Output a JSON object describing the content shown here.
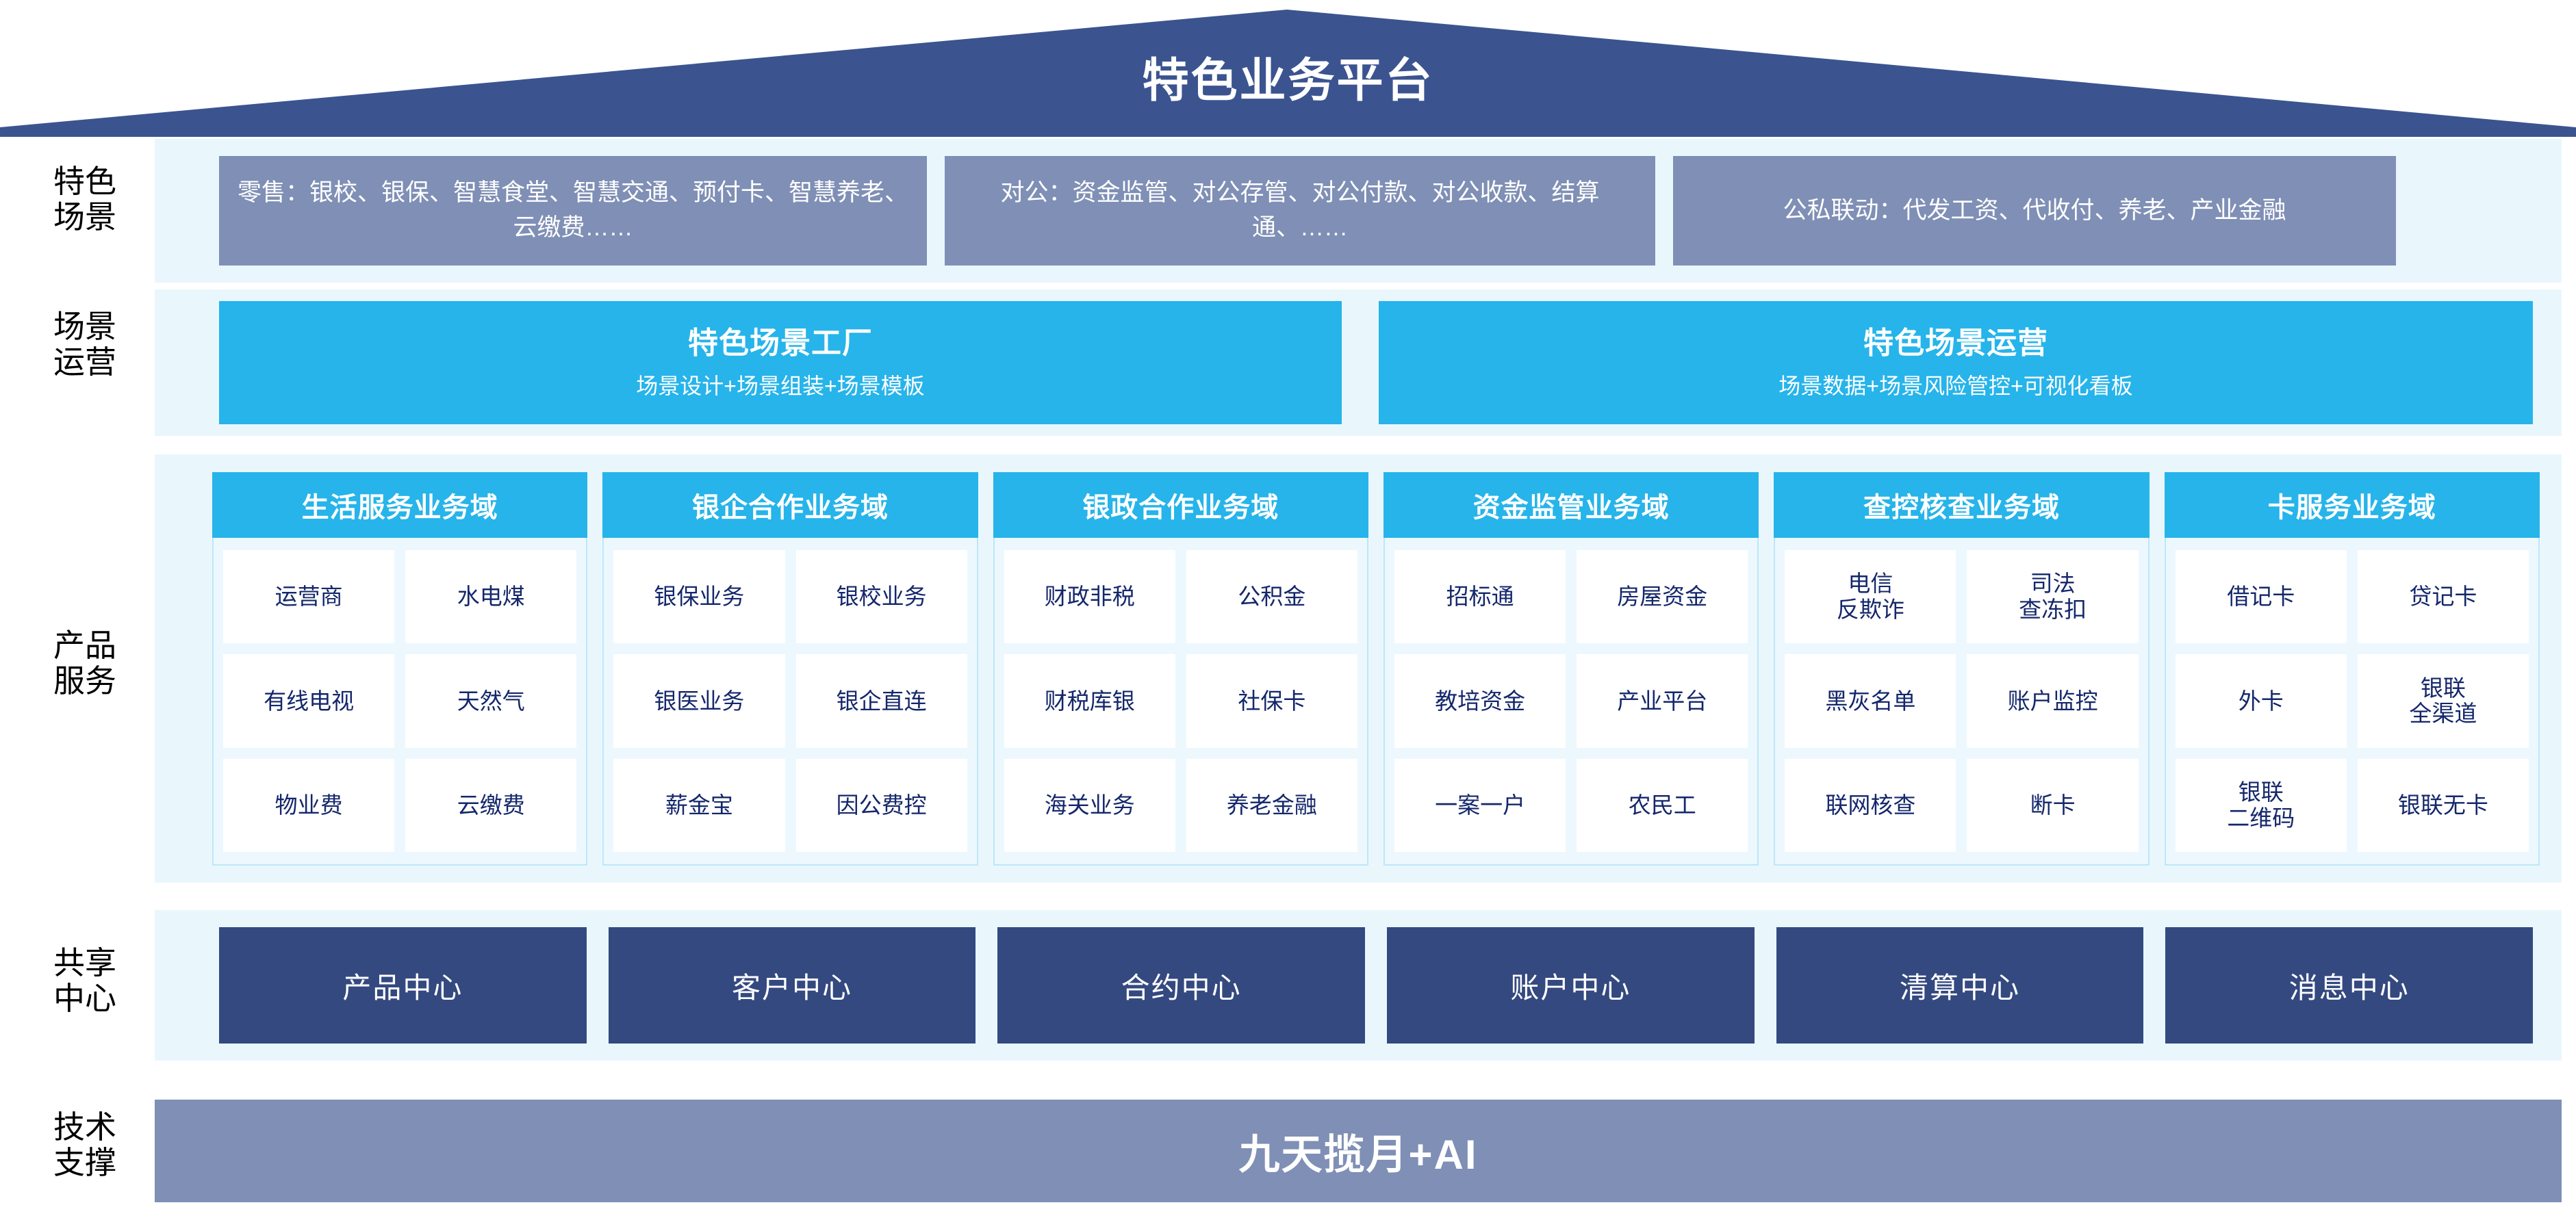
{
  "colors": {
    "roof": "#3b5490",
    "band": "#e9f7fd",
    "scene_box": "#7f8fb5",
    "cyan": "#26b4ea",
    "navy_text": "#14276b",
    "center_box": "#34497f",
    "tech_bar": "#7f8fb5"
  },
  "header": {
    "title": "特色业务平台"
  },
  "side_labels": [
    {
      "line1": "特色",
      "line2": "场景"
    },
    {
      "line1": "场景",
      "line2": "运营"
    },
    {
      "line1": "产品",
      "line2": "服务"
    },
    {
      "line1": "共享",
      "line2": "中心"
    },
    {
      "line1": "技术",
      "line2": "支撑"
    }
  ],
  "scenes": [
    {
      "key": "retail",
      "text": "零售：银校、银保、智慧食堂、智慧交通、预付卡、智慧养老、云缴费……"
    },
    {
      "key": "corp",
      "text": "对公：资金监管、对公存管、对公付款、对公收款、结算通、……"
    },
    {
      "key": "linkage",
      "text": "公私联动：代发工资、代收付、养老、产业金融"
    }
  ],
  "operations": [
    {
      "title": "特色场景工厂",
      "subtitle": "场景设计+场景组装+场景模板"
    },
    {
      "title": "特色场景运营",
      "subtitle": "场景数据+场景风险管控+可视化看板"
    }
  ],
  "domains": [
    {
      "title": "生活服务业务域",
      "rows": [
        [
          "运营商",
          "水电煤"
        ],
        [
          "有线电视",
          "天然气"
        ],
        [
          "物业费",
          "云缴费"
        ]
      ]
    },
    {
      "title": "银企合作业务域",
      "rows": [
        [
          "银保业务",
          "银校业务"
        ],
        [
          "银医业务",
          "银企直连"
        ],
        [
          "薪金宝",
          "因公费控"
        ]
      ]
    },
    {
      "title": "银政合作业务域",
      "rows": [
        [
          "财政非税",
          "公积金"
        ],
        [
          "财税库银",
          "社保卡"
        ],
        [
          "海关业务",
          "养老金融"
        ]
      ]
    },
    {
      "title": "资金监管业务域",
      "rows": [
        [
          "招标通",
          "房屋资金"
        ],
        [
          "教培资金",
          "产业平台"
        ],
        [
          "一案一户",
          "农民工"
        ]
      ]
    },
    {
      "title": "查控核查业务域",
      "rows": [
        [
          "电信\n反欺诈",
          "司法\n查冻扣"
        ],
        [
          "黑灰名单",
          "账户监控"
        ],
        [
          "联网核查",
          "断卡"
        ]
      ]
    },
    {
      "title": "卡服务业务域",
      "rows": [
        [
          "借记卡",
          "贷记卡"
        ],
        [
          "外卡",
          "银联\n全渠道"
        ],
        [
          "银联\n二维码",
          "银联无卡"
        ]
      ]
    }
  ],
  "shared_centers": [
    "产品中心",
    "客户中心",
    "合约中心",
    "账户中心",
    "清算中心",
    "消息中心"
  ],
  "tech_support": {
    "label": "九天揽月+AI"
  }
}
